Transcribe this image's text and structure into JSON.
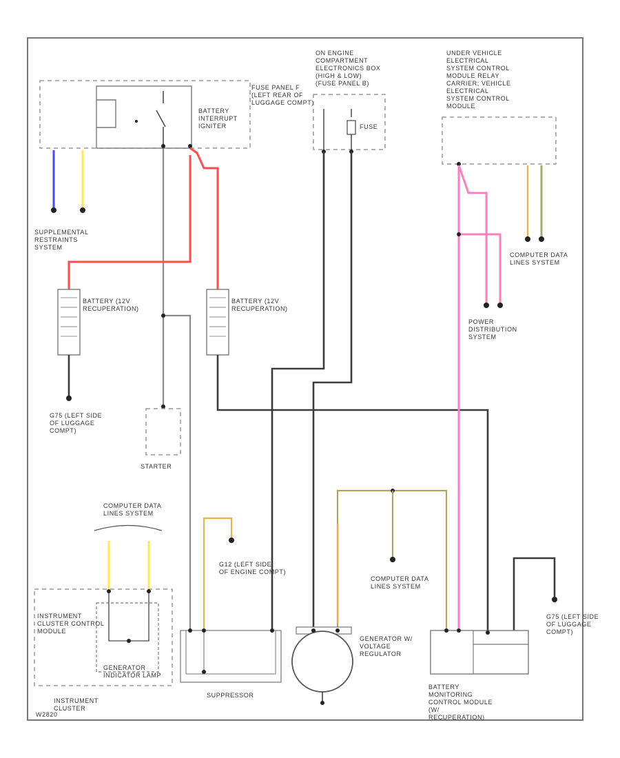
{
  "labels": {
    "fuse_panel_f": "FUSE PANEL F (LEFT REAR OF LUGGAGE COMPT)",
    "battery_interrupt_igniter": "BATTERY INTERRUPT IGNITER",
    "supplemental_restraints": "SUPPLEMENTAL RESTRAINTS SYSTEM",
    "engine_compartment_ebox": "ON ENGINE COMPARTMENT ELECTRONICS BOX (HIGH & LOW) (FUSE PANEL B)",
    "fuse_label": "FUSE",
    "under_vehicle_module": "UNDER VEHICLE ELECTRICAL SYSTEM CONTROL MODULE RELAY CARRIER; VEHICLE ELECTRICAL SYSTEM CONTROL MODULE",
    "computer_data_lines_right": "COMPUTER DATA LINES SYSTEM",
    "power_distribution": "POWER DISTRIBUTION SYSTEM",
    "battery_12v_recuperation": "BATTERY (12V RECUPERATION)",
    "battery_12v": "BATTERY (12V RECUPERATION)",
    "g75_ground": "G75 (LEFT SIDE OF LUGGAGE COMPT)",
    "starter": "STARTER",
    "computer_data_lines_left": "COMPUTER DATA LINES SYSTEM",
    "g12_ground": "G12 (LEFT SIDE OF ENGINE COMPT)",
    "computer_data_lines_mid": "COMPUTER DATA LINES SYSTEM",
    "instrument_cluster_module": "INSTRUMENT CLUSTER CONTROL MODULE",
    "generator_indicator_lamp": "GENERATOR INDICATOR LAMP",
    "instrument_cluster": "INSTRUMENT CLUSTER",
    "suppressor": "SUPPRESSOR",
    "generator": "GENERATOR W/ VOLTAGE REGULATOR",
    "battery_monitoring": "BATTERY MONITORING CONTROL MODULE (W/ RECUPERATION)",
    "g75_ground_right": "G75 (LEFT SIDE OF LUGGAGE COMPT)",
    "figure_code": "W2820"
  },
  "colors": {
    "red": "#ff4d4d",
    "pink": "#ff7fbf",
    "yellow": "#ffe94a",
    "blue": "#4a4aff",
    "black": "#3b3b3b",
    "gray": "#8a8a8a"
  }
}
